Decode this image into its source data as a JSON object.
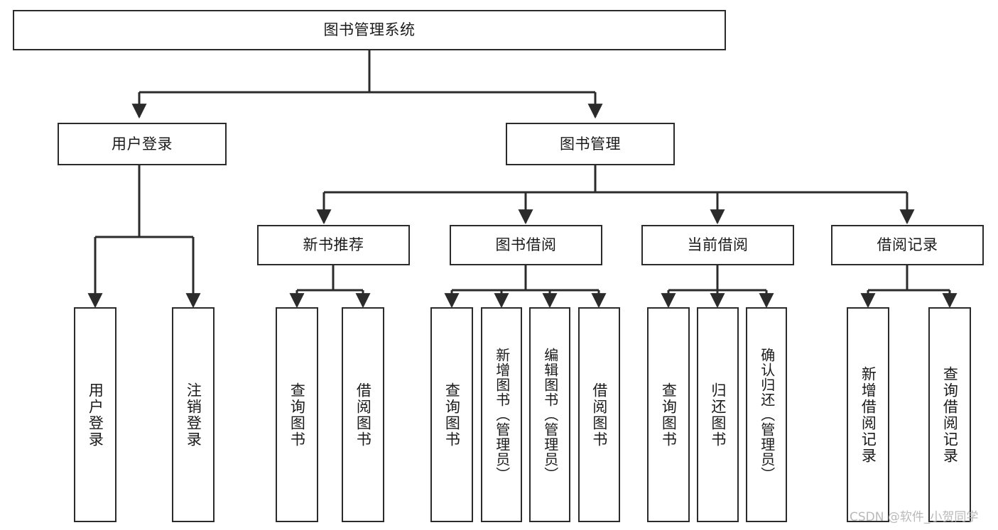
{
  "diagram": {
    "type": "hierarchy-tree",
    "title": "图书管理系统",
    "root": {
      "id": "root",
      "label": "图书管理系统"
    },
    "level1": [
      {
        "id": "user-login",
        "label": "用户登录"
      },
      {
        "id": "book-management",
        "label": "图书管理"
      }
    ],
    "level2": [
      {
        "id": "new-book-recommend",
        "label": "新书推荐",
        "parent": "book-management"
      },
      {
        "id": "book-borrow",
        "label": "图书借阅",
        "parent": "book-management"
      },
      {
        "id": "current-borrow",
        "label": "当前借阅",
        "parent": "book-management"
      },
      {
        "id": "borrow-record",
        "label": "借阅记录",
        "parent": "book-management"
      }
    ],
    "leaves": [
      {
        "id": "leaf-user-login",
        "label": "用户登录",
        "parent": "user-login"
      },
      {
        "id": "leaf-logout-login",
        "label": "注销登录",
        "parent": "user-login"
      },
      {
        "id": "leaf-query-book-1",
        "label": "查询图书",
        "parent": "new-book-recommend"
      },
      {
        "id": "leaf-borrow-book-1",
        "label": "借阅图书",
        "parent": "new-book-recommend"
      },
      {
        "id": "leaf-query-book-2",
        "label": "查询图书",
        "parent": "book-borrow"
      },
      {
        "id": "leaf-add-book",
        "label": "新增图书（管理员）",
        "parent": "book-borrow"
      },
      {
        "id": "leaf-edit-book",
        "label": "编辑图书（管理员）",
        "parent": "book-borrow"
      },
      {
        "id": "leaf-borrow-book-2",
        "label": "借阅图书",
        "parent": "book-borrow"
      },
      {
        "id": "leaf-query-book-3",
        "label": "查询图书",
        "parent": "current-borrow"
      },
      {
        "id": "leaf-return-book",
        "label": "归还图书",
        "parent": "current-borrow"
      },
      {
        "id": "leaf-confirm-return",
        "label": "确认归还（管理员）",
        "parent": "current-borrow"
      },
      {
        "id": "leaf-add-record",
        "label": "新增借阅记录",
        "parent": "borrow-record"
      },
      {
        "id": "leaf-query-record",
        "label": "查询借阅记录",
        "parent": "borrow-record"
      }
    ],
    "colors": {
      "stroke": "#2b2b2b",
      "fill": "#ffffff",
      "text": "#1a1a1a",
      "watermark": "#b9b9b9"
    }
  },
  "watermark": {
    "text": "CSDN @软件_小贺同学"
  }
}
